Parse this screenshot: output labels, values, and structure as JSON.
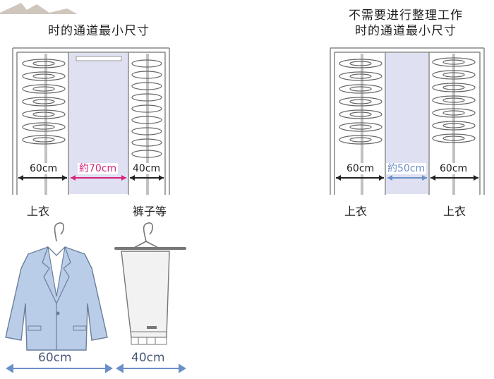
{
  "left_panel": {
    "title_line2": "时的通道最小尺寸",
    "measure_left": "60cm",
    "measure_middle": "約70cm",
    "measure_right": "40cm",
    "label_jacket": "上衣",
    "label_pants": "裤子等"
  },
  "right_panel": {
    "title_line1": "不需要进行整理工作",
    "title_line2": "时的通道最小尺寸",
    "measure_left": "60cm",
    "measure_middle": "約50cm",
    "measure_right": "60cm",
    "label_left": "上衣",
    "label_right": "上衣"
  },
  "bottom": {
    "jacket_width": "60cm",
    "pants_width": "40cm"
  },
  "colors": {
    "aisle_fill": "#dfe1f3",
    "jacket_fill": "#b9cde8",
    "pink_arrow": "#d6247a",
    "blue_arrow": "#6d8fc8"
  }
}
